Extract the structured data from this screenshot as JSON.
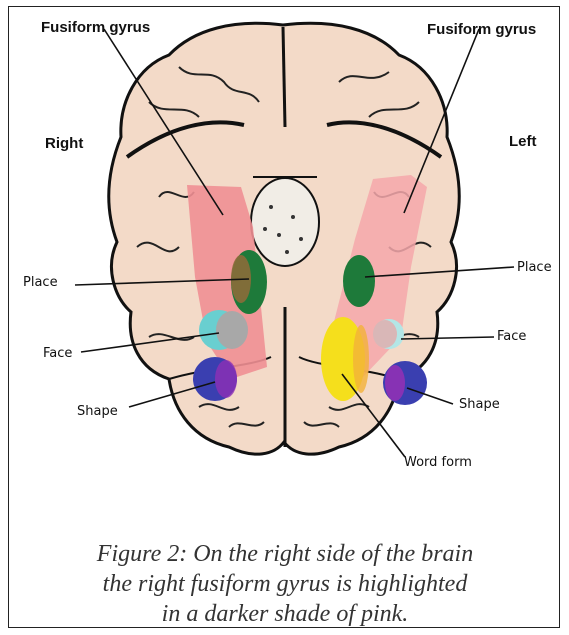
{
  "labels": {
    "fusiform_right": "Fusiform gyrus",
    "fusiform_left": "Fusiform gyrus",
    "side_right": "Right",
    "side_left": "Left",
    "place_right": "Place",
    "place_left": "Place",
    "face_right": "Face",
    "face_left": "Face",
    "shape_right": "Shape",
    "shape_left": "Shape",
    "word_form": "Word form"
  },
  "caption": {
    "line1": "Figure 2: On the right side of the brain",
    "line2": "the right fusiform gyrus is highlighted",
    "line3": "in a darker shade of pink."
  },
  "colors": {
    "brain_fill": "#f3dac8",
    "fusiform_right": "#ef8f93",
    "fusiform_left": "#f4a7aa",
    "place": "#1e7a3a",
    "face": "#69cfd0",
    "shape": "#3a3fb0",
    "word_form": "#f5df1c"
  }
}
